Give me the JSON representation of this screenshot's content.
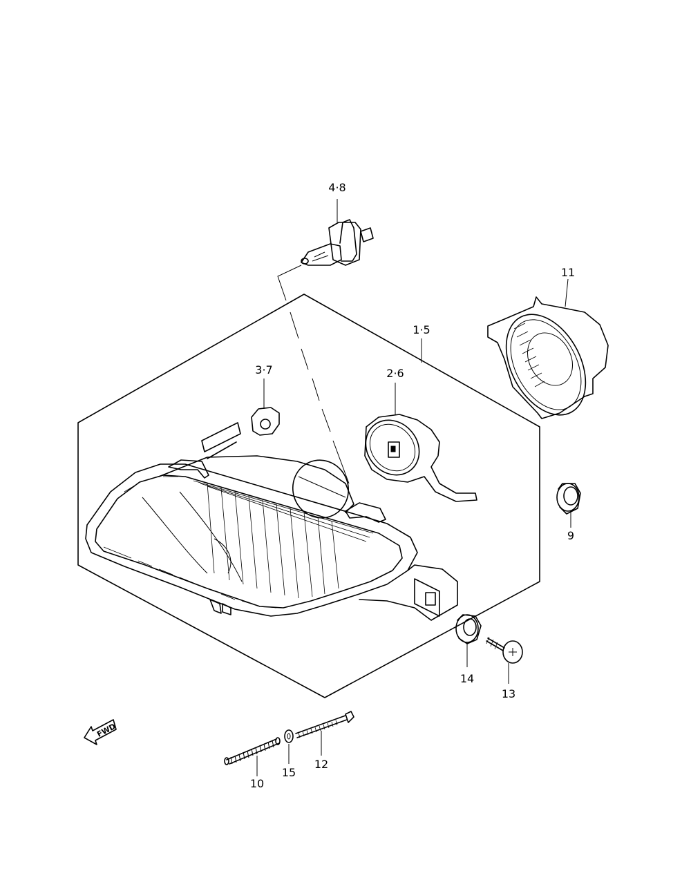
{
  "diagram": {
    "parts": [
      {
        "id": "label-1-5",
        "label": "1·5"
      },
      {
        "id": "label-2-6",
        "label": "2·6"
      },
      {
        "id": "label-3-7",
        "label": "3·7"
      },
      {
        "id": "label-4-8",
        "label": "4·8"
      },
      {
        "id": "label-9",
        "label": "9"
      },
      {
        "id": "label-10",
        "label": "10"
      },
      {
        "id": "label-11",
        "label": "11"
      },
      {
        "id": "label-12",
        "label": "12"
      },
      {
        "id": "label-13",
        "label": "13"
      },
      {
        "id": "label-14",
        "label": "14"
      },
      {
        "id": "label-15",
        "label": "15"
      }
    ],
    "fwd_label": "FWD"
  }
}
